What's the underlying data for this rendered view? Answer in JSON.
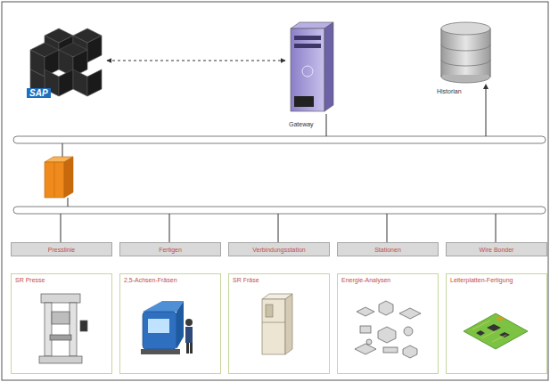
{
  "diagram": {
    "nodes": [
      {
        "text": [
          "SAP"
        ]
      },
      {
        "text": [
          "Gateway"
        ]
      },
      {
        "text": [
          "Historian"
        ]
      },
      {
        "text": [
          "Presslinie"
        ]
      },
      {
        "text": [
          "Fertigen"
        ]
      },
      {
        "text": [
          "Verbindungsstation"
        ]
      },
      {
        "text": [
          "Stationen"
        ]
      },
      {
        "text": [
          "Wire Bonder"
        ]
      },
      {
        "text": [
          "SR Presse"
        ]
      },
      {
        "text": [
          "2,5-Achsen-Fräsen"
        ]
      },
      {
        "text": [
          "SR Fräse"
        ]
      },
      {
        "text": [
          "Energie-Analysen"
        ]
      },
      {
        "text": [
          "Leiterplatten-Fertigung"
        ]
      }
    ],
    "edges": [
      {
        "from": 0,
        "to": 1,
        "arrow": "both"
      }
    ]
  }
}
